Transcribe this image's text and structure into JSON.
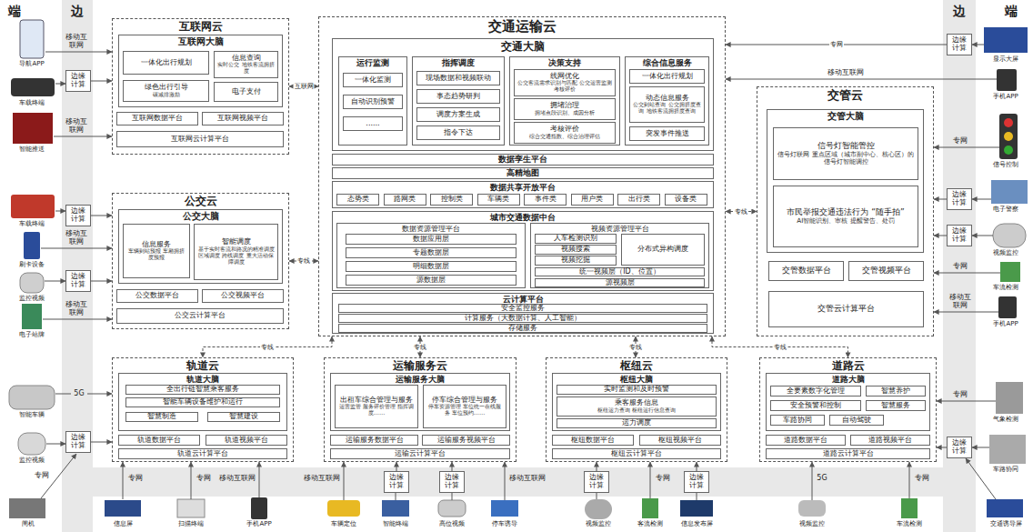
{
  "diagram": {
    "nodes": [
      {
        "text": [
          "互联网云"
        ]
      },
      {
        "text": [
          "互联网大脑"
        ],
        "in": 0
      },
      {
        "text": [
          "一体化出行规划"
        ],
        "in": 1
      },
      {
        "text": [
          "信息查询",
          "实时公交 地铁客流拥挤度"
        ],
        "in": 1
      },
      {
        "text": [
          "绿色出行引导",
          "碳减排激励"
        ],
        "in": 1
      },
      {
        "text": [
          "电子支付"
        ],
        "in": 1
      },
      {
        "text": [
          "互联网数据平台"
        ],
        "in": 0
      },
      {
        "text": [
          "互联网视频平台"
        ],
        "in": 0
      },
      {
        "text": [
          "互联网云计算平台"
        ],
        "in": 0
      },
      {
        "text": [
          "公交云"
        ]
      },
      {
        "text": [
          "公交大脑"
        ],
        "in": 9
      },
      {
        "text": [
          "信息服务",
          "车辆到站预报 车厢拥挤度预报"
        ],
        "in": 10
      },
      {
        "text": [
          "智能调度",
          "基于实时客流和路况的精准调度 区域调度 跨线调度 重大活动保障调度"
        ],
        "in": 10
      },
      {
        "text": [
          "公交数据平台"
        ],
        "in": 9
      },
      {
        "text": [
          "公交视频平台"
        ],
        "in": 9
      },
      {
        "text": [
          "公交云计算平台"
        ],
        "in": 9
      },
      {
        "text": [
          "交通运输云"
        ]
      },
      {
        "text": [
          "交通大脑"
        ],
        "in": 16
      },
      {
        "text": [
          "运行监测"
        ],
        "in": 17
      },
      {
        "text": [
          "一体化监测"
        ],
        "in": 18
      },
      {
        "text": [
          "自动识别预警"
        ],
        "in": 18
      },
      {
        "text": [
          "......"
        ],
        "in": 18
      },
      {
        "text": [
          "指挥调度"
        ],
        "in": 17
      },
      {
        "text": [
          "现场数据和视频联动"
        ],
        "in": 22
      },
      {
        "text": [
          "事态趋势研判"
        ],
        "in": 22
      },
      {
        "text": [
          "调度方案生成"
        ],
        "in": 22
      },
      {
        "text": [
          "指令下达"
        ],
        "in": 22
      },
      {
        "text": [
          "决策支持"
        ],
        "in": 17
      },
      {
        "text": [
          "线网优化",
          "公交客流需求识别与匹配 公交运营监测考核评价"
        ],
        "in": 27
      },
      {
        "text": [
          "拥堵治理",
          "拥堵点段识别、成因分析"
        ],
        "in": 27
      },
      {
        "text": [
          "考核评价",
          "综合交通指数、综合治理评估"
        ],
        "in": 27
      },
      {
        "text": [
          "综合信息服务"
        ],
        "in": 17
      },
      {
        "text": [
          "一体化出行规划"
        ],
        "in": 31
      },
      {
        "text": [
          "动态信息服务",
          "公交到站查询 公交拥挤度查询 地铁客流拥挤度查询"
        ],
        "in": 31
      },
      {
        "text": [
          "突发事件推送"
        ],
        "in": 31
      },
      {
        "text": [
          "数据孪生平台"
        ],
        "in": 16
      },
      {
        "text": [
          "高精地图"
        ],
        "in": 16
      },
      {
        "text": [
          "数据共享开放平台"
        ],
        "in": 16
      },
      {
        "text": [
          "态势类"
        ],
        "in": 37
      },
      {
        "text": [
          "路网类"
        ],
        "in": 37
      },
      {
        "text": [
          "控制类"
        ],
        "in": 37
      },
      {
        "text": [
          "车辆类"
        ],
        "in": 37
      },
      {
        "text": [
          "事件类"
        ],
        "in": 37
      },
      {
        "text": [
          "用户类"
        ],
        "in": 37
      },
      {
        "text": [
          "出行类"
        ],
        "in": 37
      },
      {
        "text": [
          "设备类"
        ],
        "in": 37
      },
      {
        "text": [
          "城市交通数据中台"
        ],
        "in": 16
      },
      {
        "text": [
          "数据资源管理平台"
        ],
        "in": 46
      },
      {
        "text": [
          "数据应用层"
        ],
        "in": 47
      },
      {
        "text": [
          "专题数据层"
        ],
        "in": 47
      },
      {
        "text": [
          "明细数据层"
        ],
        "in": 47
      },
      {
        "text": [
          "源数据层"
        ],
        "in": 47
      },
      {
        "text": [
          "视频资源管理平台"
        ],
        "in": 46
      },
      {
        "text": [
          "人车检测识别"
        ],
        "in": 52
      },
      {
        "text": [
          "视频搜索"
        ],
        "in": 52
      },
      {
        "text": [
          "视频挖掘"
        ],
        "in": 52
      },
      {
        "text": [
          "分布式异构调度"
        ],
        "in": 52
      },
      {
        "text": [
          "统一视频层（ID、位置）"
        ],
        "in": 52
      },
      {
        "text": [
          "源视频层"
        ],
        "in": 52
      },
      {
        "text": [
          "云计算平台"
        ],
        "in": 16
      },
      {
        "text": [
          "安全监控服务"
        ],
        "in": 59
      },
      {
        "text": [
          "计算服务（大数据计算、人工智能）"
        ],
        "in": 59
      },
      {
        "text": [
          "存储服务"
        ],
        "in": 59
      },
      {
        "text": [
          "交管云"
        ]
      },
      {
        "text": [
          "交管大脑"
        ],
        "in": 63
      },
      {
        "text": [
          "信号灯智能管控",
          "信号灯联网 重点区域（城市副中心、核心区）的信号灯智能调控"
        ],
        "in": 64
      },
      {
        "text": [
          "市民举报交通违法行为 “随手拍”",
          "AI智能识别、审核 提醒警告、处罚"
        ],
        "in": 64
      },
      {
        "text": [
          "交管数据平台"
        ],
        "in": 63
      },
      {
        "text": [
          "交管视频平台"
        ],
        "in": 63
      },
      {
        "text": [
          "交管云计算平台"
        ],
        "in": 63
      },
      {
        "text": [
          "轨道云"
        ]
      },
      {
        "text": [
          "轨道大脑"
        ],
        "in": 70
      },
      {
        "text": [
          "全出行链智慧乘客服务"
        ],
        "in": 71
      },
      {
        "text": [
          "智能车辆设备维护和运行"
        ],
        "in": 71
      },
      {
        "text": [
          "智慧制造"
        ],
        "in": 71
      },
      {
        "text": [
          "智慧建设"
        ],
        "in": 71
      },
      {
        "text": [
          "轨道数据平台"
        ],
        "in": 70
      },
      {
        "text": [
          "轨道视频平台"
        ],
        "in": 70
      },
      {
        "text": [
          "轨道云计算平台"
        ],
        "in": 70
      },
      {
        "text": [
          "运输服务云"
        ]
      },
      {
        "text": [
          "运输服务大脑"
        ],
        "in": 79
      },
      {
        "text": [
          "出租车综合管理与服务",
          "运营监管 服务评价管理 指挥调度……"
        ],
        "in": 80
      },
      {
        "text": [
          "停车综合管理与服务",
          "停车资源管理 车位统一在线服务 车位预约……"
        ],
        "in": 80
      },
      {
        "text": [
          "运输服务数据平台"
        ],
        "in": 79
      },
      {
        "text": [
          "运输服务视频平台"
        ],
        "in": 79
      },
      {
        "text": [
          "运输云计算平台"
        ],
        "in": 79
      },
      {
        "text": [
          "枢纽云"
        ]
      },
      {
        "text": [
          "枢纽大脑"
        ],
        "in": 86
      },
      {
        "text": [
          "实时监测和及时预警"
        ],
        "in": 87
      },
      {
        "text": [
          "乘客服务信息",
          "枢纽运力查询 枢纽运行信息查询"
        ],
        "in": 87
      },
      {
        "text": [
          "运力调度"
        ],
        "in": 87
      },
      {
        "text": [
          "枢纽数据平台"
        ],
        "in": 86
      },
      {
        "text": [
          "枢纽视频平台"
        ],
        "in": 86
      },
      {
        "text": [
          "枢纽云计算平台"
        ],
        "in": 86
      },
      {
        "text": [
          "道路云"
        ]
      },
      {
        "text": [
          "道路大脑"
        ],
        "in": 94
      },
      {
        "text": [
          "全要素数字化管理"
        ],
        "in": 95
      },
      {
        "text": [
          "智慧养护"
        ],
        "in": 95
      },
      {
        "text": [
          "安全预警和控制"
        ],
        "in": 95
      },
      {
        "text": [
          "智慧服务"
        ],
        "in": 95
      },
      {
        "text": [
          "车路协同"
        ],
        "in": 95
      },
      {
        "text": [
          "自动驾驶"
        ],
        "in": 95
      },
      {
        "text": [
          "道路数据平台"
        ],
        "in": 94
      },
      {
        "text": [
          "道路视频平台"
        ],
        "in": 94
      },
      {
        "text": [
          "道路云计算平台"
        ],
        "in": 94
      },
      {
        "text": [
          "边缘计算"
        ]
      },
      {
        "text": [
          "边缘计算"
        ]
      },
      {
        "text": [
          "边缘计算"
        ]
      },
      {
        "text": [
          "边缘计算"
        ]
      },
      {
        "text": [
          "边缘计算"
        ]
      },
      {
        "text": [
          "边缘计算"
        ]
      },
      {
        "text": [
          "边缘计算"
        ]
      },
      {
        "text": [
          "边缘计算"
        ]
      },
      {
        "text": [
          "边缘计算"
        ]
      },
      {
        "text": [
          "边缘计算"
        ]
      },
      {
        "text": [
          "边缘计算"
        ]
      },
      {
        "text": [
          "边缘计算"
        ]
      }
    ],
    "edges": [
      {
        "from": 105,
        "to": 0,
        "arrow": "to"
      },
      {
        "from": 106,
        "to": 9,
        "arrow": "to"
      },
      {
        "from": 107,
        "to": 9,
        "arrow": "to"
      },
      {
        "from": 108,
        "to": 70,
        "arrow": "to"
      },
      {
        "from": 109,
        "to": 16,
        "arrow": "to",
        "label": "专网"
      },
      {
        "from": 110,
        "to": 63,
        "arrow": "to"
      },
      {
        "from": 111,
        "to": 63,
        "arrow": "to"
      },
      {
        "from": 112,
        "to": 94,
        "arrow": "to"
      },
      {
        "from": 113,
        "to": 79,
        "arrow": "to"
      },
      {
        "from": 114,
        "to": 79,
        "arrow": "to"
      },
      {
        "from": 115,
        "to": 86,
        "arrow": "to"
      },
      {
        "from": 116,
        "to": 86,
        "arrow": "to"
      },
      {
        "from": 0,
        "to": 16,
        "arrow": "both",
        "label": "互联网"
      },
      {
        "from": 9,
        "to": 16,
        "arrow": "both",
        "label": "专线"
      },
      {
        "from": 16,
        "to": 63,
        "arrow": "both",
        "label": "专线"
      },
      {
        "from": 16,
        "to": 70,
        "arrow": "both",
        "label": "专线"
      },
      {
        "from": 16,
        "to": 79,
        "arrow": "both",
        "label": "专线"
      },
      {
        "from": 16,
        "to": 86,
        "arrow": "both",
        "label": "专线"
      },
      {
        "from": 16,
        "to": 94,
        "arrow": "both",
        "label": "专线"
      }
    ],
    "labels": [
      "端",
      "边",
      "边",
      "端",
      "移动互联网",
      "导航APP",
      "车载终端",
      "移动互联网",
      "智能推送",
      "车载终端",
      "移动互联网",
      "刷卡设备",
      "监控视频",
      "移动互联网",
      "电子站牌",
      "5G",
      "智能车辆",
      "监控视频",
      "专网",
      "闸机",
      "专网",
      "信息屏",
      "专网",
      "扫描终端",
      "移动互联网",
      "手机APP",
      "移动互联网",
      "车辆定位",
      "智能终端",
      "高位视频",
      "移动互联网",
      "停车诱导",
      "视频监控",
      "专网",
      "客流检测",
      "信息发布屏",
      "5G",
      "视频监控",
      "专网",
      "车流检测",
      "交通诱导屏",
      "显示大屏",
      "移动互联网",
      "手机APP",
      "专网",
      "信号控制",
      "电子警察",
      "视频监控",
      "专网",
      "车流检测",
      "移动互联网",
      "手机APP",
      "专网",
      "气象检测",
      "车路协同"
    ]
  }
}
